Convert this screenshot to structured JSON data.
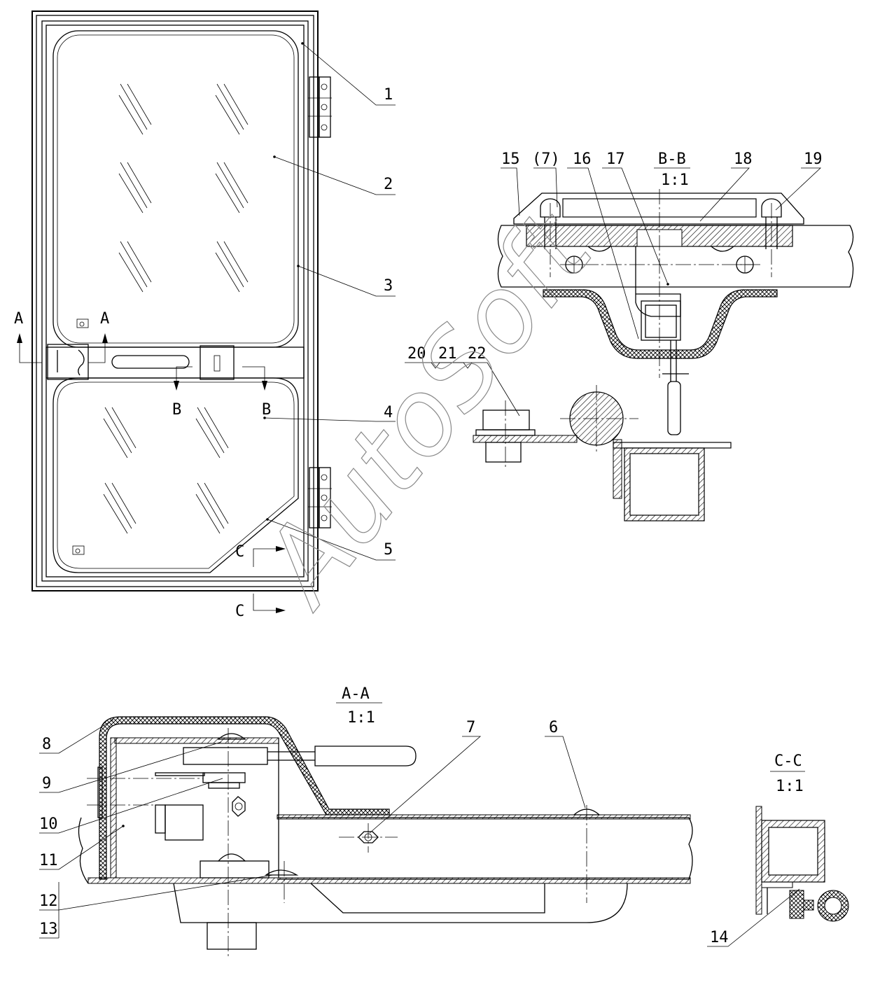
{
  "labels": {
    "p1": "1",
    "p2": "2",
    "p3": "3",
    "p4": "4",
    "p5": "5",
    "p6": "6",
    "p7": "7",
    "p8": "8",
    "p9": "9",
    "p10": "10",
    "p11": "11",
    "p12": "12",
    "p13": "13",
    "p14": "14",
    "p15": "15",
    "p7ref": "(7)",
    "p16": "16",
    "p17": "17",
    "p18": "18",
    "p19": "19",
    "p20": "20",
    "p21": "21",
    "p22": "22"
  },
  "sections": {
    "aa": {
      "name": "A-A",
      "scale": "1:1",
      "mark": "A"
    },
    "bb": {
      "name": "B-B",
      "scale": "1:1",
      "mark": "B"
    },
    "cc": {
      "name": "C-C",
      "scale": "1:1",
      "mark": "C"
    }
  },
  "watermark": "AutoSoft"
}
